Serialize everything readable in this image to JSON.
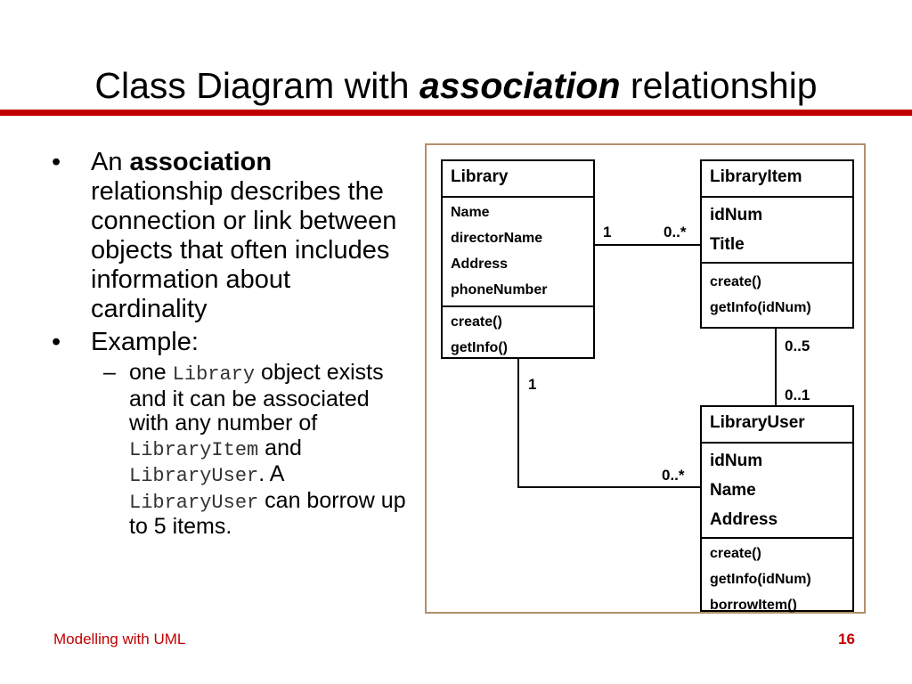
{
  "title": {
    "before": "Class Diagram with ",
    "emphasis": "association",
    "after": " relationship"
  },
  "bullets": {
    "b1_prefix": "An ",
    "b1_bold": "association",
    "b1_rest": "relationship describes the connection or link between objects that often includes information about cardinality",
    "b2": "Example:",
    "sub": {
      "t1": "one ",
      "c1": "Library",
      "t2": " object exists and it can be associated with any number of ",
      "c2": "LibraryItem",
      "t3": " and ",
      "c3": "LibraryUser",
      "t4": ". A ",
      "c4": "LibraryUser",
      "t5": " can borrow up to 5 items."
    }
  },
  "diagram": {
    "library": {
      "name": "Library",
      "attributes": [
        "Name",
        "directorName",
        "Address",
        "phoneNumber"
      ],
      "operations": [
        "create()",
        "getInfo()"
      ]
    },
    "libraryItem": {
      "name": "LibraryItem",
      "attributes": [
        "idNum",
        "Title"
      ],
      "operations": [
        "create()",
        "getInfo(idNum)"
      ]
    },
    "libraryUser": {
      "name": "LibraryUser",
      "attributes": [
        "idNum",
        "Name",
        "Address"
      ],
      "operations": [
        "create()",
        "getInfo(idNum)",
        "borrowItem()"
      ]
    },
    "multiplicities": {
      "lib_item_library_end": "1",
      "lib_item_item_end": "0..*",
      "item_user_item_end": "0..5",
      "item_user_user_end": "0..1",
      "lib_user_library_end": "1",
      "lib_user_user_end": "0..*"
    }
  },
  "footer": {
    "left": "Modelling with UML",
    "page": "16"
  },
  "colors": {
    "accent": "#c00000",
    "frame": "#b0906a"
  }
}
